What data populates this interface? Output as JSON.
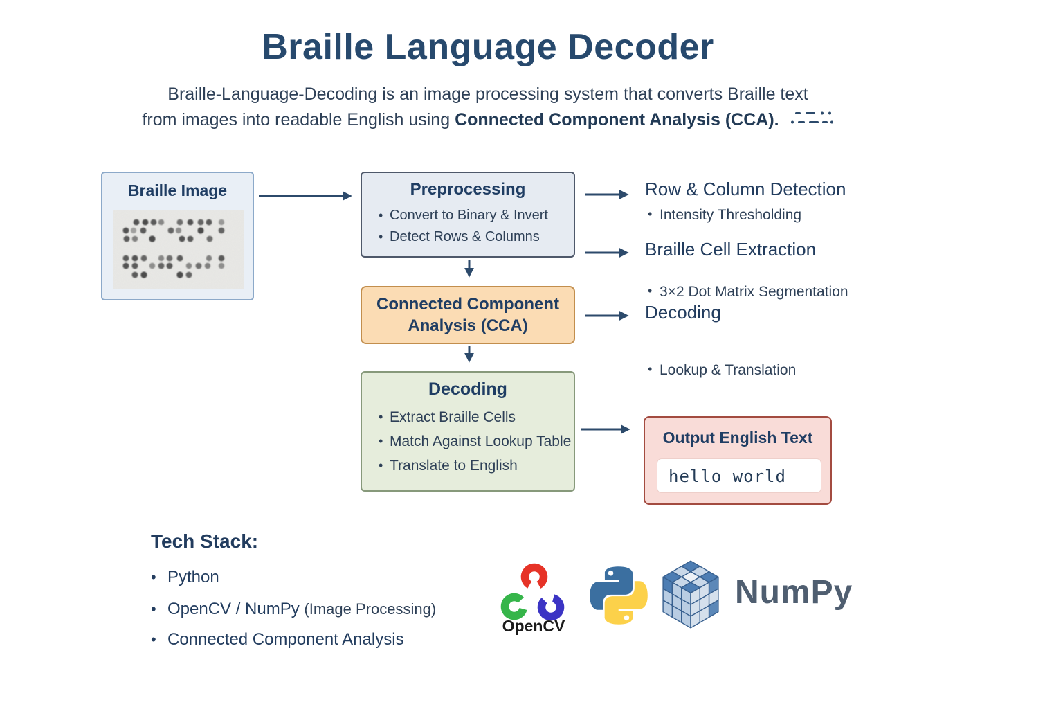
{
  "header": {
    "title": "Braille Language Decoder",
    "subtitle_line1": "Braille-Language-Decoding is an image processing system that converts Braille text",
    "subtitle_line2_plain": "from images into readable English using ",
    "subtitle_line2_bold": "Connected Component Analysis (CCA)."
  },
  "flow": {
    "braille_image": {
      "title": "Braille Image"
    },
    "preprocessing": {
      "title": "Preprocessing",
      "bullets": [
        "Convert to Binary & Invert",
        "Detect Rows & Columns"
      ]
    },
    "cca": {
      "line1": "Connected Component",
      "line2": "Analysis (CCA)"
    },
    "decoding": {
      "title": "Decoding",
      "bullets": [
        "Extract Braille Cells",
        "Match Against Lookup Table",
        "Translate to English"
      ]
    },
    "output": {
      "title": "Output English Text",
      "text": "hello world"
    },
    "annotations": [
      {
        "title": "Row & Column Detection",
        "bullet": "Intensity Thresholding"
      },
      {
        "title": "Braille Cell Extraction",
        "bullet": "3×2 Dot Matrix Segmentation"
      },
      {
        "title": "Decoding",
        "bullet": "Lookup & Translation"
      }
    ]
  },
  "tech_stack": {
    "heading": "Tech Stack:",
    "items": [
      {
        "text": "Python"
      },
      {
        "text": "OpenCV / NumPy ",
        "note": "(Image Processing)"
      },
      {
        "text": "Connected Component Analysis"
      }
    ]
  },
  "logos": {
    "opencv": "OpenCV",
    "numpy": "NumPy"
  },
  "colors": {
    "title_navy": "#27496d",
    "body_navy": "#2e4057",
    "arrow": "#2c4a6b",
    "preprocessing_bg": "#e6ebf2",
    "cca_bg": "#fbdcb4",
    "decoding_bg": "#e6eddc",
    "output_bg": "#f9dcd8",
    "braille_box_bg": "#e9eff6"
  }
}
